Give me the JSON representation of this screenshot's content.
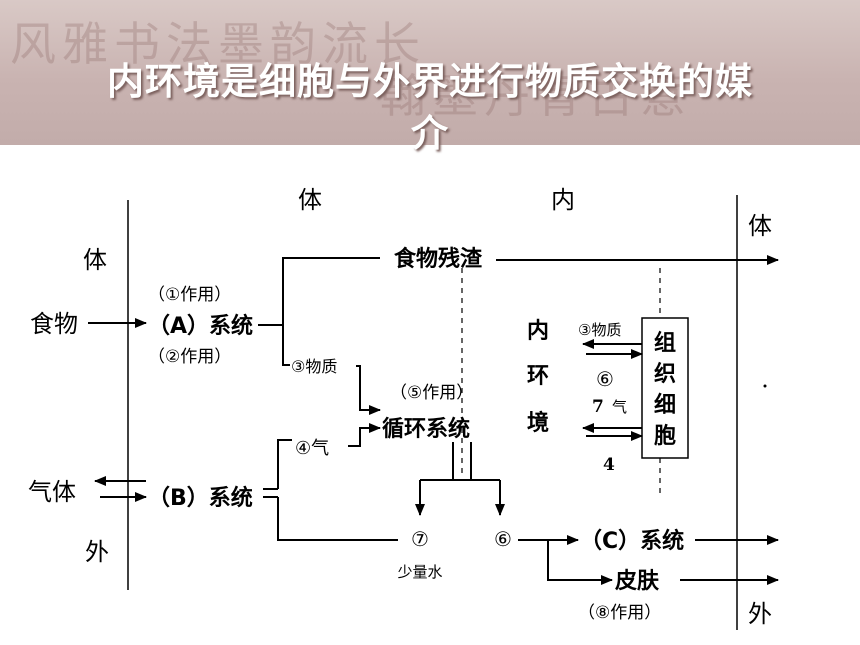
{
  "title_line1": "内环境是细胞与外界进行物质交换的媒",
  "title_line2": "介",
  "labels": {
    "ti_top": "体",
    "nei_top": "内",
    "ti_left": "体",
    "ti_right": "体",
    "wai_left": "外",
    "wai_right": "外",
    "food": "食物",
    "gas_in": "气体",
    "food_residue": "食物残渣",
    "circle1_zuoyong": "（①作用）",
    "sys_a": "（A）系统",
    "circle2_zuoyong": "（②作用）",
    "sub3_wuzhi": "③物质",
    "circle5_zuoyong": "（⑤作用）",
    "circulation": "循环系统",
    "sub4_qi": "④气",
    "sys_b": "（B）系统",
    "n7": "⑦",
    "little_water": "少量水",
    "n6": "⑥",
    "sys_c": "（C）系统",
    "skin": "皮肤",
    "circle8_zuoyong": "（⑧作用）",
    "nei": "内",
    "huan": "环",
    "jing": "境",
    "cell_3_wuzhi": "③物质",
    "cell_6": "⑥",
    "cell_7": "7",
    "cell_qi": "气",
    "cell_4": "4",
    "tissue_cell": "组织细胞"
  },
  "colors": {
    "banner": "#c9b3b1",
    "title_text": "#ffffff",
    "ink": "#000000"
  }
}
